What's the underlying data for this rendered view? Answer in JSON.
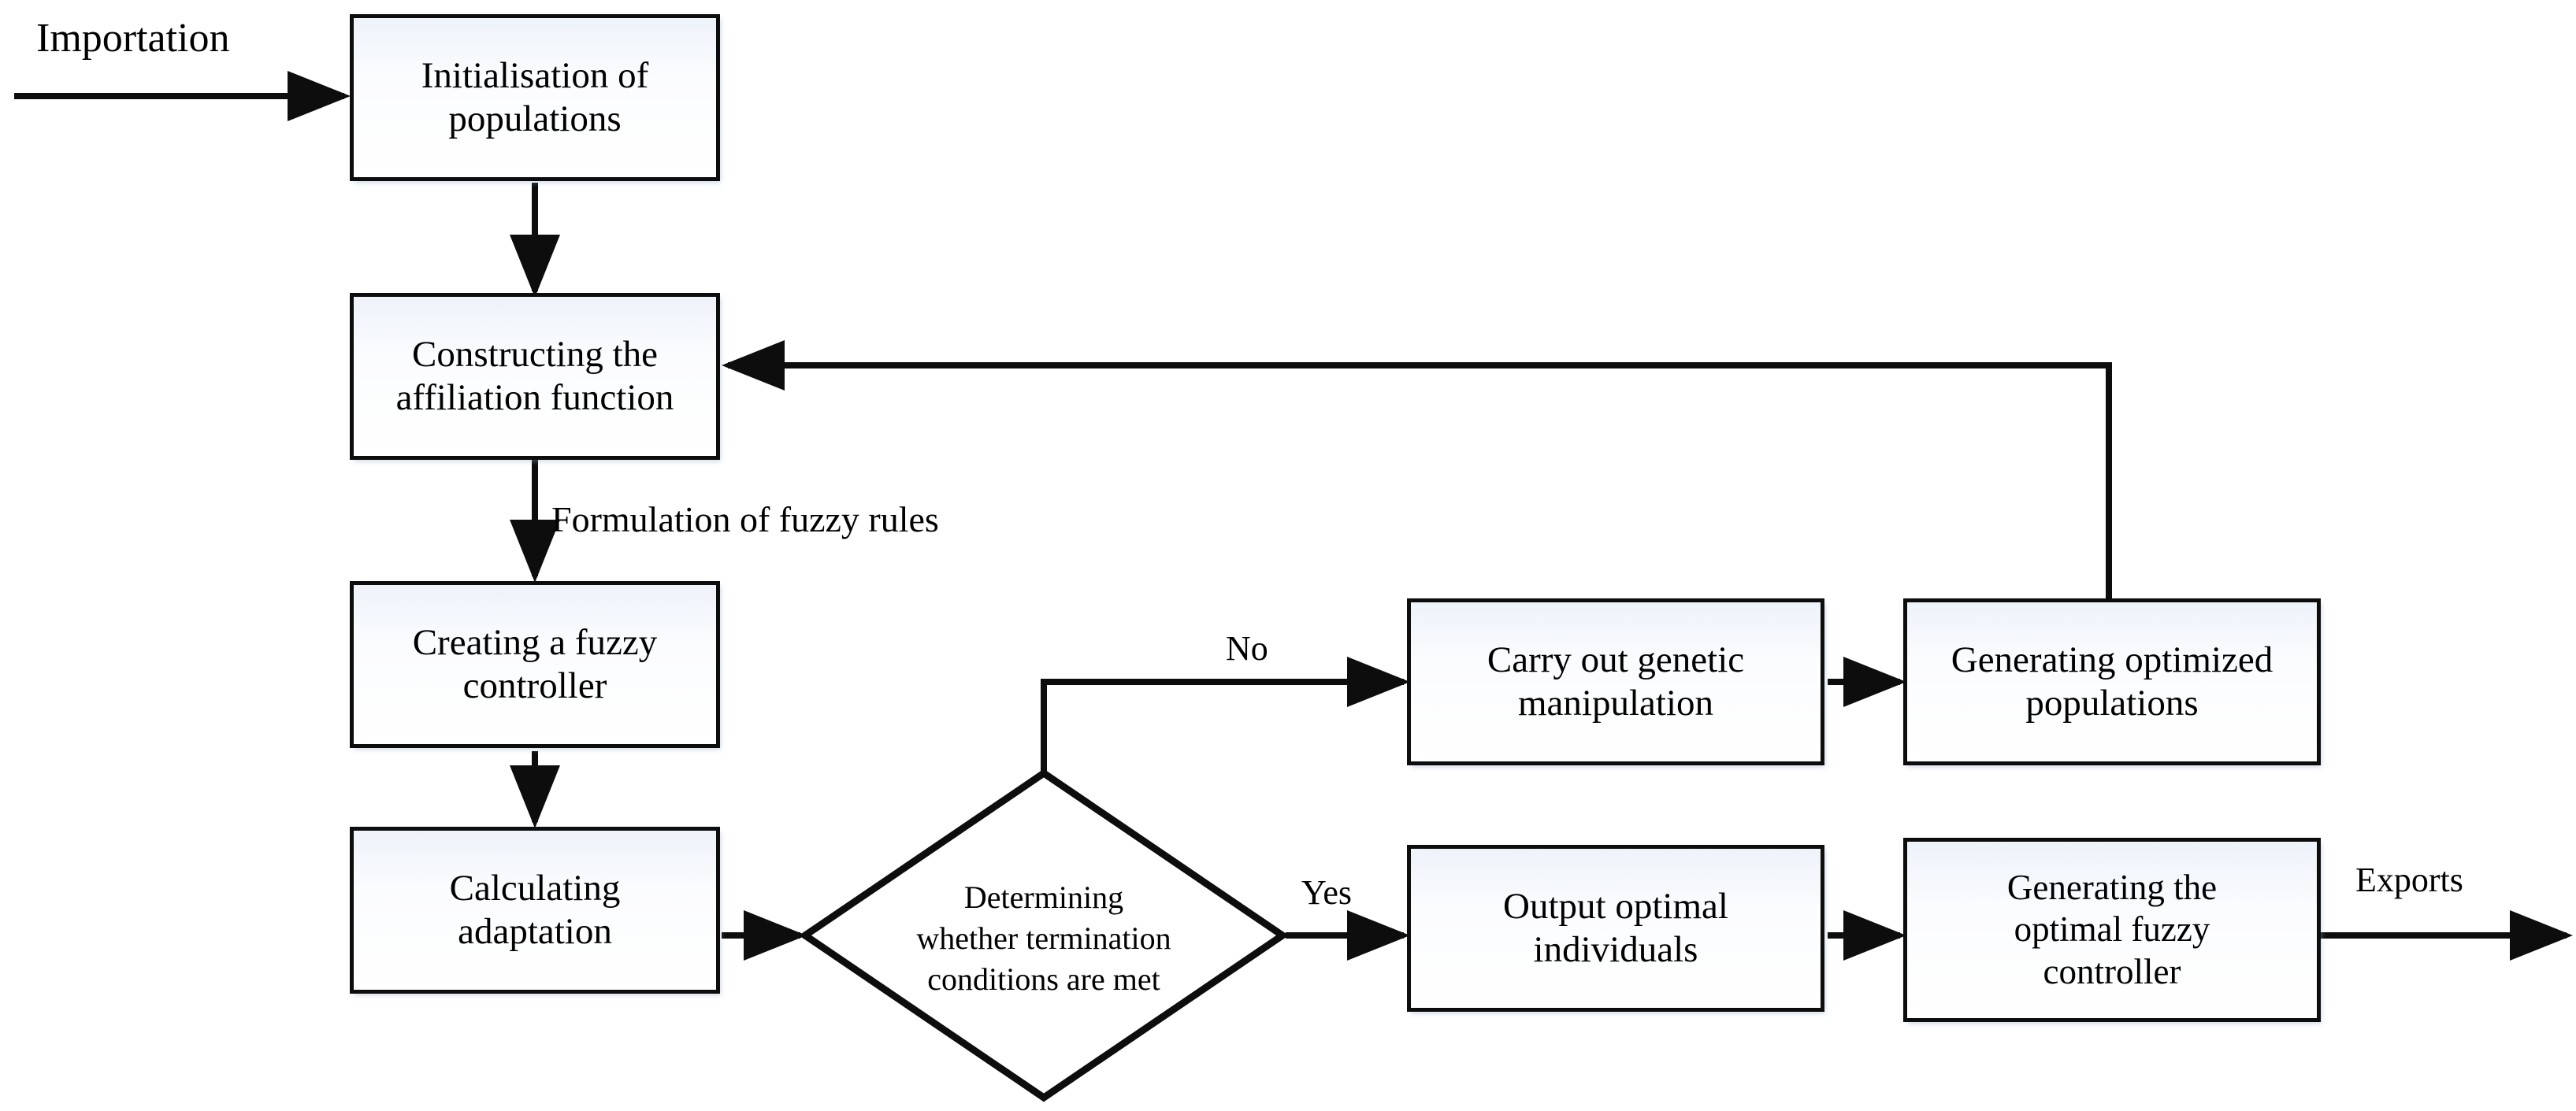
{
  "diagram": {
    "title": "Fuzzy controller optimisation flowchart",
    "stroke_color": "#0d0d0d",
    "node_fill_color": "#ffffff",
    "node_tint_color": "#eef3fa",
    "background_color": "#ffffff"
  },
  "nodes": [
    {
      "id": "init",
      "label": "Initialisation of\npopulations",
      "shape": "rect"
    },
    {
      "id": "affiliation",
      "label": "Constructing the\naffiliation function",
      "shape": "rect"
    },
    {
      "id": "fuzzyctrl",
      "label": "Creating a fuzzy\ncontroller",
      "shape": "rect"
    },
    {
      "id": "adaptation",
      "label": "Calculating\nadaptation",
      "shape": "rect"
    },
    {
      "id": "decision",
      "label": "Determining\nwhether termination\nconditions are met",
      "shape": "diamond"
    },
    {
      "id": "genetic",
      "label": "Carry out genetic\nmanipulation",
      "shape": "rect"
    },
    {
      "id": "optpop",
      "label": "Generating optimized\npopulations",
      "shape": "rect"
    },
    {
      "id": "outind",
      "label": "Output optimal\nindividuals",
      "shape": "rect"
    },
    {
      "id": "optfuzzy",
      "label": "Generating the\noptimal fuzzy\ncontroller",
      "shape": "rect"
    }
  ],
  "edge_labels": {
    "importation": "Importation",
    "fuzzy_rules": "Formulation of fuzzy rules",
    "no": "No",
    "yes": "Yes",
    "exports": "Exports"
  }
}
